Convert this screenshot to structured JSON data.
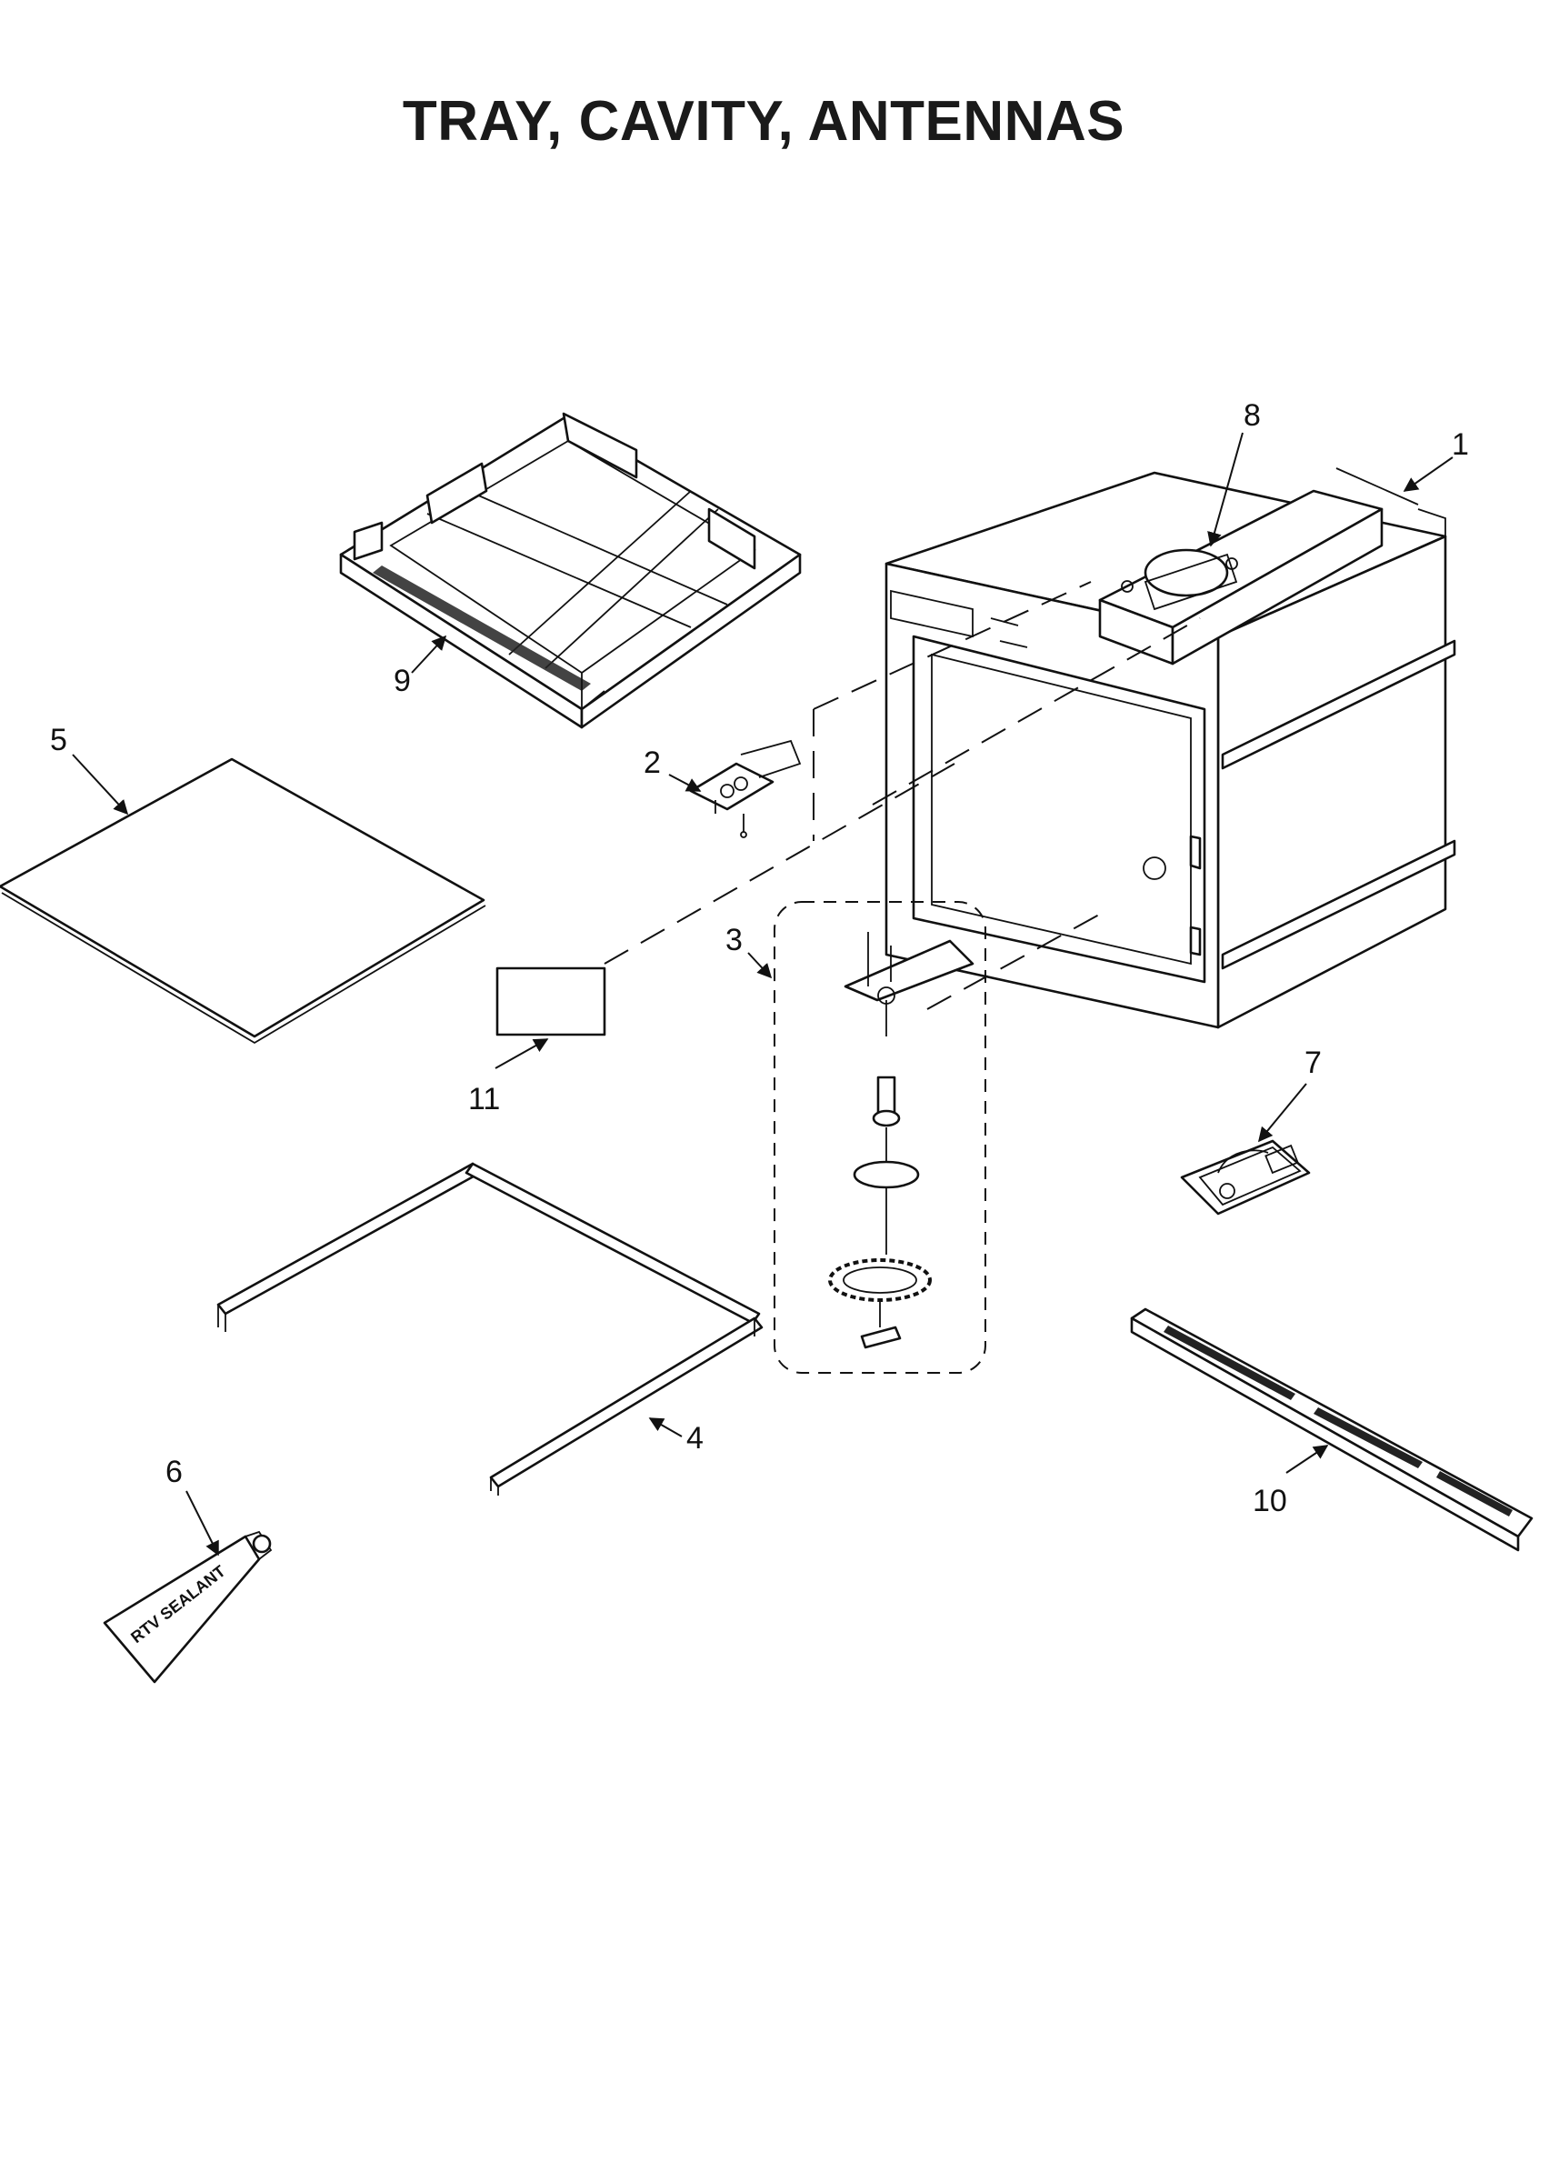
{
  "title": "TRAY, CAVITY, ANTENNAS",
  "tube_text": "RTV SEALANT",
  "callouts": [
    {
      "id": "1",
      "text": "1"
    },
    {
      "id": "2",
      "text": "2"
    },
    {
      "id": "3",
      "text": "3"
    },
    {
      "id": "4",
      "text": "4"
    },
    {
      "id": "5",
      "text": "5"
    },
    {
      "id": "6",
      "text": "6"
    },
    {
      "id": "7",
      "text": "7"
    },
    {
      "id": "8",
      "text": "8"
    },
    {
      "id": "9",
      "text": "9"
    },
    {
      "id": "10",
      "text": "10"
    },
    {
      "id": "11",
      "text": "11"
    }
  ],
  "colors": {
    "line": "#111111",
    "background": "#ffffff"
  }
}
